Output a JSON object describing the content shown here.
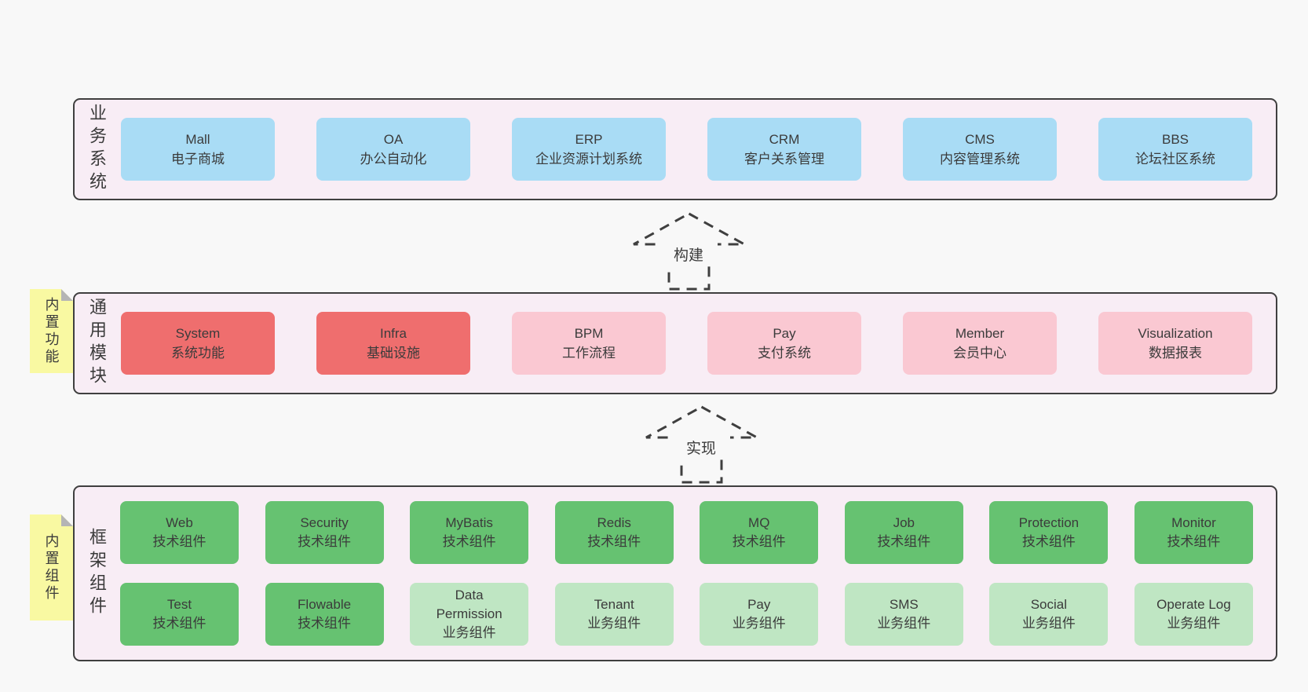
{
  "colors": {
    "page_bg": "#f8f8f8",
    "band_bg": "#f8edf5",
    "band_border": "#3f3f3f",
    "text": "#3b3b3b",
    "arrow": "#3f3f3f",
    "sticky": "#f9f9a2",
    "sticky_fold": "#b5b5b5",
    "blue": "#a9dcf5",
    "red": "#ef6e6e",
    "pink": "#fac8d2",
    "green": "#66c271",
    "green_light": "#bfe6c3"
  },
  "arrows": [
    {
      "label": "构建"
    },
    {
      "label": "实现"
    }
  ],
  "bands": [
    {
      "label": "业务系统",
      "boxes": [
        {
          "title": "Mall",
          "subtitle": "电子商城",
          "variant": "blue"
        },
        {
          "title": "OA",
          "subtitle": "办公自动化",
          "variant": "blue"
        },
        {
          "title": "ERP",
          "subtitle": "企业资源计划系统",
          "variant": "blue"
        },
        {
          "title": "CRM",
          "subtitle": "客户关系管理",
          "variant": "blue"
        },
        {
          "title": "CMS",
          "subtitle": "内容管理系统",
          "variant": "blue"
        },
        {
          "title": "BBS",
          "subtitle": "论坛社区系统",
          "variant": "blue"
        }
      ]
    },
    {
      "label": "通用模块",
      "sticky": "内置功能",
      "boxes": [
        {
          "title": "System",
          "subtitle": "系统功能",
          "variant": "red"
        },
        {
          "title": "Infra",
          "subtitle": "基础设施",
          "variant": "red"
        },
        {
          "title": "BPM",
          "subtitle": "工作流程",
          "variant": "pink"
        },
        {
          "title": "Pay",
          "subtitle": "支付系统",
          "variant": "pink"
        },
        {
          "title": "Member",
          "subtitle": "会员中心",
          "variant": "pink"
        },
        {
          "title": "Visualization",
          "subtitle": "数据报表",
          "variant": "pink"
        }
      ]
    },
    {
      "label": "框架组件",
      "sticky": "内置组件",
      "rows": [
        [
          {
            "title": "Web",
            "subtitle": "技术组件",
            "variant": "green"
          },
          {
            "title": "Security",
            "subtitle": "技术组件",
            "variant": "green"
          },
          {
            "title": "MyBatis",
            "subtitle": "技术组件",
            "variant": "green"
          },
          {
            "title": "Redis",
            "subtitle": "技术组件",
            "variant": "green"
          },
          {
            "title": "MQ",
            "subtitle": "技术组件",
            "variant": "green"
          },
          {
            "title": "Job",
            "subtitle": "技术组件",
            "variant": "green"
          },
          {
            "title": "Protection",
            "subtitle": "技术组件",
            "variant": "green"
          },
          {
            "title": "Monitor",
            "subtitle": "技术组件",
            "variant": "green"
          }
        ],
        [
          {
            "title": "Test",
            "subtitle": "技术组件",
            "variant": "green"
          },
          {
            "title": "Flowable",
            "subtitle": "技术组件",
            "variant": "green"
          },
          {
            "title": "Data Permission",
            "subtitle": "业务组件",
            "variant": "green_light"
          },
          {
            "title": "Tenant",
            "subtitle": "业务组件",
            "variant": "green_light"
          },
          {
            "title": "Pay",
            "subtitle": "业务组件",
            "variant": "green_light"
          },
          {
            "title": "SMS",
            "subtitle": "业务组件",
            "variant": "green_light"
          },
          {
            "title": "Social",
            "subtitle": "业务组件",
            "variant": "green_light"
          },
          {
            "title": "Operate Log",
            "subtitle": "业务组件",
            "variant": "green_light"
          }
        ]
      ]
    }
  ]
}
